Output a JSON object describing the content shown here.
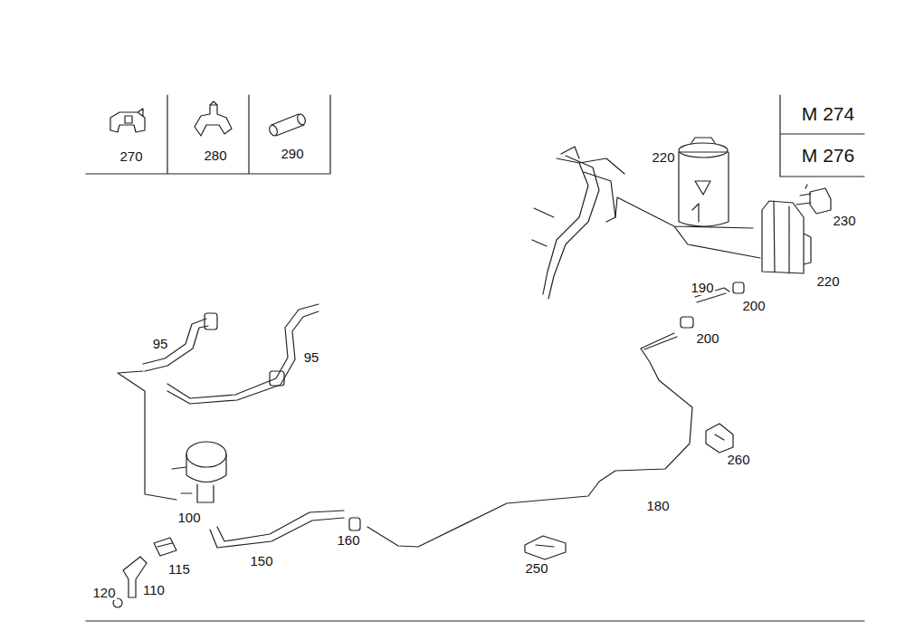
{
  "diagram": {
    "labels": [
      "270",
      "280",
      "290",
      "M 274",
      "M 276",
      "220",
      "230",
      "220",
      "190",
      "200",
      "200",
      "95",
      "95",
      "260",
      "100",
      "180",
      "160",
      "150",
      "115",
      "250",
      "120",
      "110"
    ]
  }
}
